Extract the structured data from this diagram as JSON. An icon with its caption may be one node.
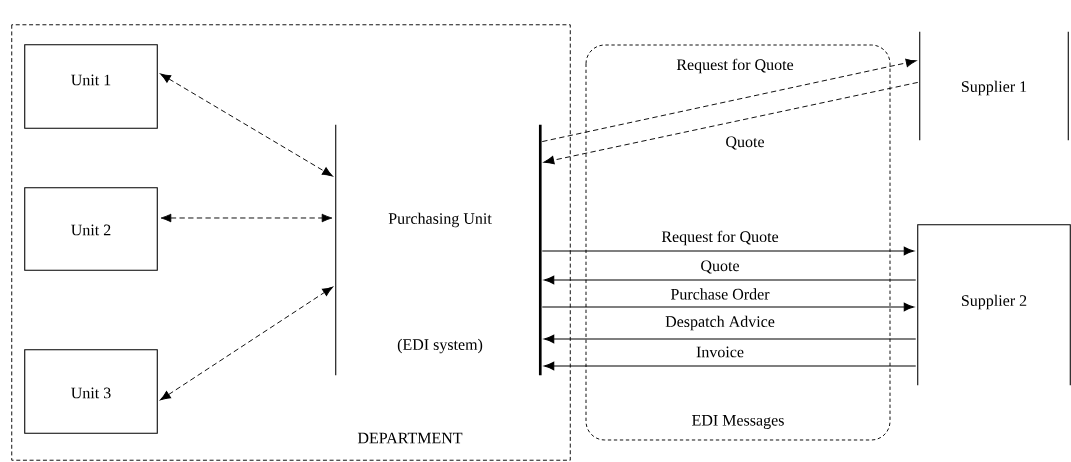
{
  "diagram": {
    "nodes": [
      {
        "text": [
          "DEPARTMENT"
        ]
      },
      {
        "text": [
          "Unit 1"
        ],
        "in": 0
      },
      {
        "text": [
          "Unit 2"
        ],
        "in": 0
      },
      {
        "text": [
          "Unit 3"
        ],
        "in": 0
      },
      {
        "text": [
          "Purchasing Unit",
          "(EDI system)"
        ],
        "in": 0
      },
      {
        "text": [
          "Supplier 1"
        ]
      },
      {
        "text": [
          "Supplier 2"
        ]
      }
    ],
    "edges": [
      {
        "from": 1,
        "to": 4,
        "arrow": "both",
        "style": "dashed"
      },
      {
        "from": 2,
        "to": 4,
        "arrow": "both",
        "style": "dashed"
      },
      {
        "from": 3,
        "to": 4,
        "arrow": "both",
        "style": "dashed"
      },
      {
        "from": 4,
        "to": 5,
        "arrow": "to",
        "style": "dashed",
        "label": "Request for Quote"
      },
      {
        "from": 5,
        "to": 4,
        "arrow": "to",
        "style": "dashed",
        "label": "Quote"
      },
      {
        "from": 4,
        "to": 6,
        "arrow": "to",
        "label": "Request for Quote"
      },
      {
        "from": 6,
        "to": 4,
        "arrow": "to",
        "label": "Quote"
      },
      {
        "from": 4,
        "to": 6,
        "arrow": "to",
        "label": "Purchase Order"
      },
      {
        "from": 6,
        "to": 4,
        "arrow": "to",
        "label": "Despatch Advice"
      },
      {
        "from": 6,
        "to": 4,
        "arrow": "to",
        "label": "Invoice"
      }
    ],
    "labels": [
      "EDI Messages"
    ]
  }
}
